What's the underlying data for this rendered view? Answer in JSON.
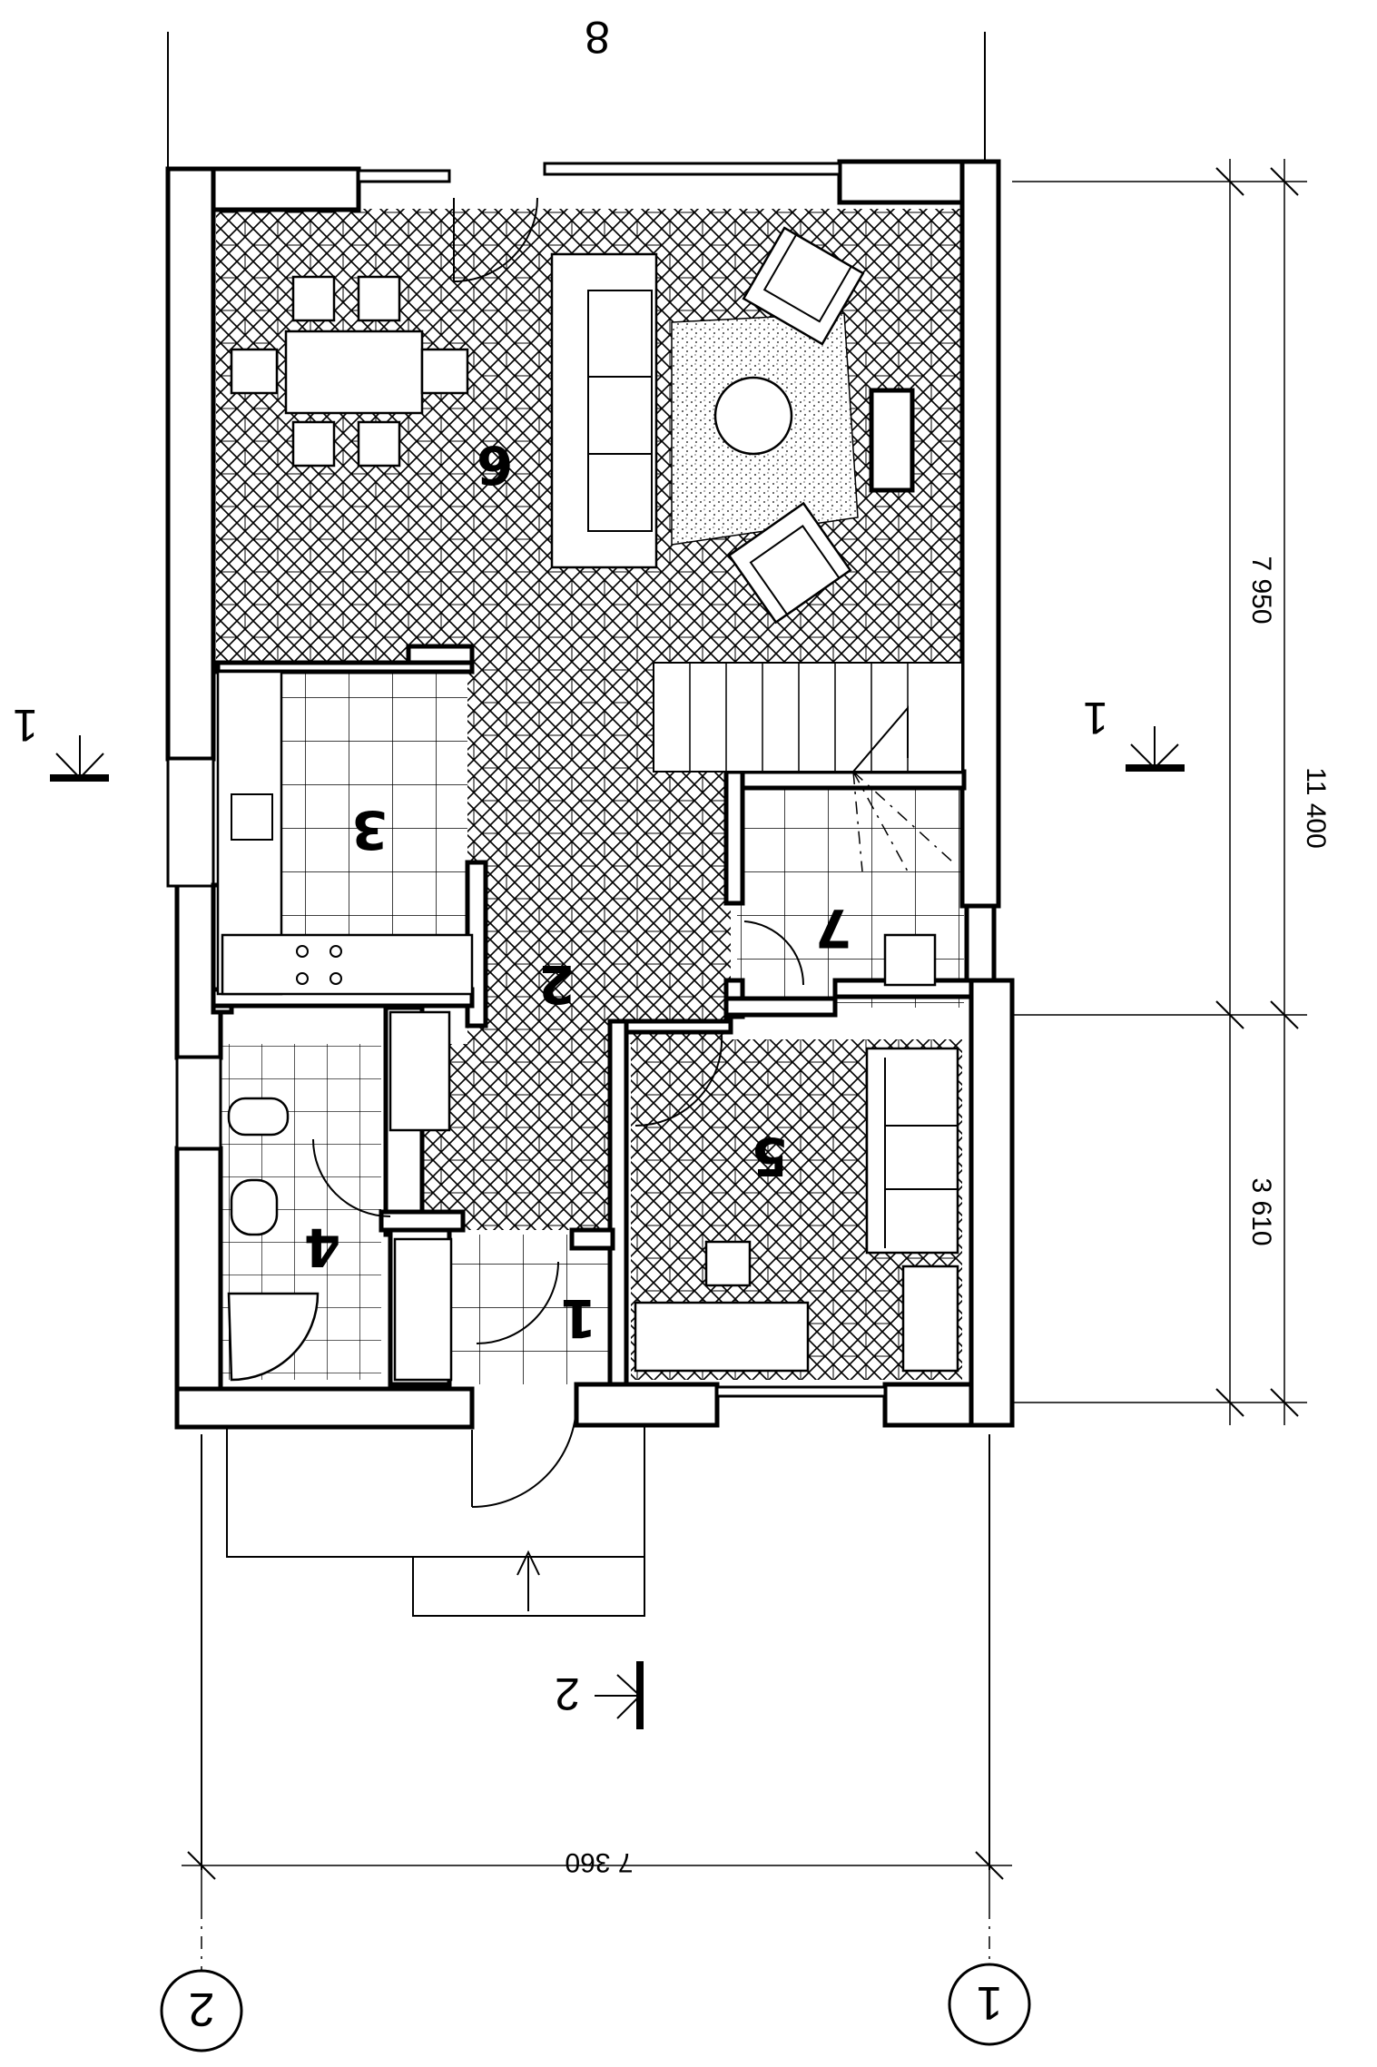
{
  "plan": {
    "orientation_marker": "8",
    "rooms": [
      {
        "id": "r1",
        "label": "1"
      },
      {
        "id": "r2",
        "label": "2"
      },
      {
        "id": "r3",
        "label": "3"
      },
      {
        "id": "r4",
        "label": "4"
      },
      {
        "id": "r5",
        "label": "5"
      },
      {
        "id": "r6",
        "label": "6"
      },
      {
        "id": "r7",
        "label": "7"
      }
    ],
    "dimensions": {
      "overall_depth": "11 400",
      "upper_depth": "7 950",
      "lower_depth": "3 610",
      "width": "7 360"
    },
    "section_marks": {
      "left": "1",
      "right": "1",
      "bottom": "2"
    },
    "axes": {
      "left": "2",
      "right": "1"
    }
  }
}
